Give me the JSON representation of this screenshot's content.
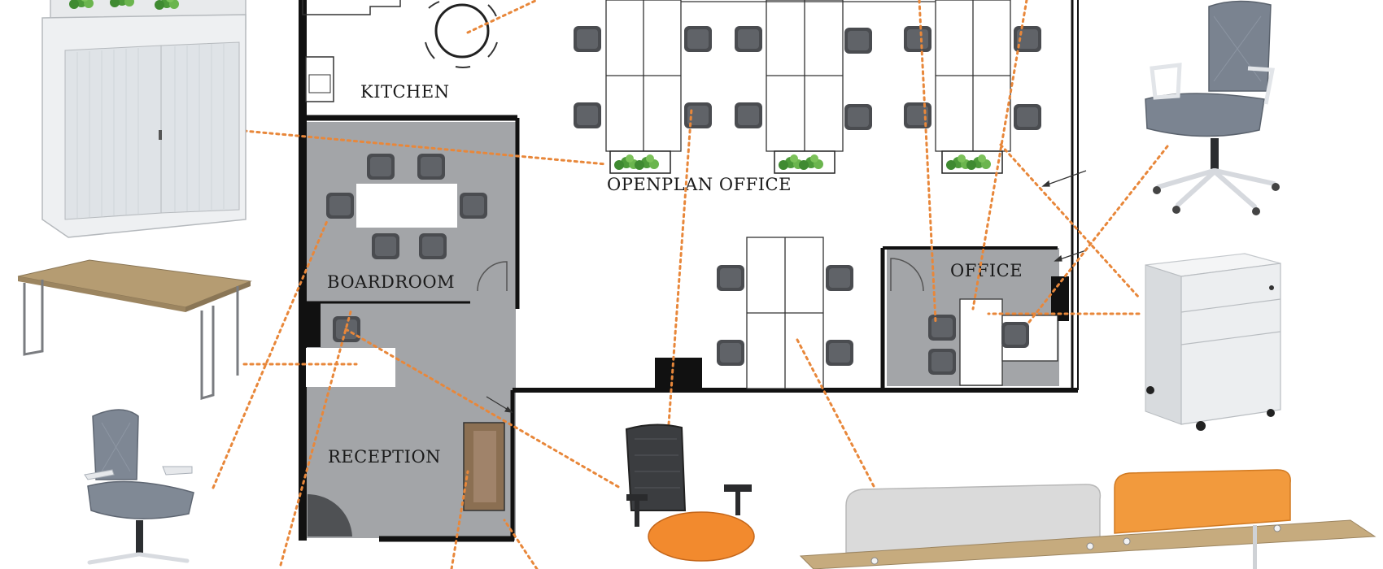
{
  "plan": {
    "rooms": {
      "kitchen": "KITCHEN",
      "open_plan": "OPENPLAN OFFICE",
      "boardroom": "BOARDROOM",
      "office": "OFFICE",
      "reception": "RECEPTION"
    }
  },
  "colors": {
    "wall": "#111111",
    "room_fill_grey": "#a3a5a8",
    "desk_white": "#ffffff",
    "chair_dark": "#4a4c50",
    "leader_orange": "#e8873a",
    "plant_green": "#4d9a3a",
    "timber": "#c2a77a",
    "screen_orange": "#f29a3d",
    "screen_grey": "#d9d9d9",
    "mesh_grey": "#7e8794"
  },
  "furniture_samples": [
    {
      "name": "tambour-cabinet-planter-icon"
    },
    {
      "name": "loop-leg-desk-icon"
    },
    {
      "name": "mesh-chair-white-frame-icon"
    },
    {
      "name": "task-chair-orange-seat-icon"
    },
    {
      "name": "bench-desk-screens-icon"
    },
    {
      "name": "mobile-pedestal-icon"
    },
    {
      "name": "executive-mesh-chair-icon"
    }
  ]
}
